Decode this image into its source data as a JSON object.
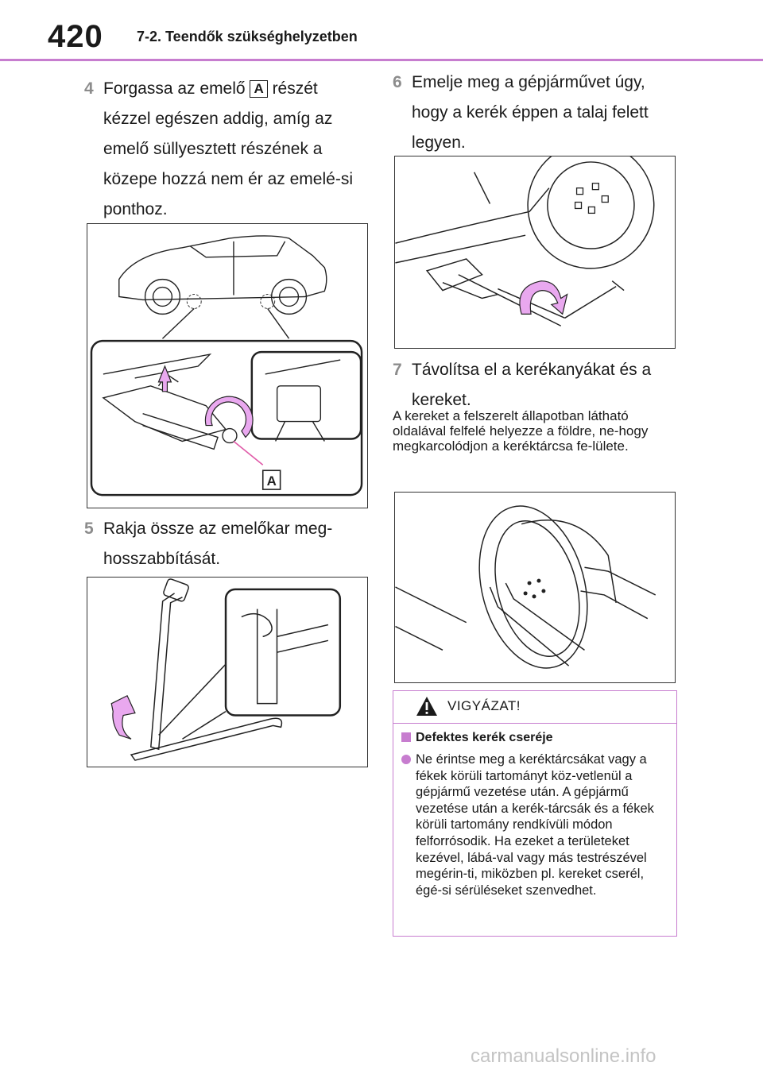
{
  "header": {
    "page_number": "420",
    "section_title": "7-2. Teendők szükséghelyzetben",
    "accent_color": "#c77dcf"
  },
  "steps": [
    {
      "num": "4",
      "text_before": "Forgassa az emelő",
      "label": "A",
      "text_after": "részét",
      "text_rest": "kézzel egészen addig, amíg az emelő süllyesztett részének a közepe hozzá nem ér az emelé-si ponthoz."
    },
    {
      "num": "5",
      "text": "Rakja össze az emelőkar meg-hosszabbítását."
    },
    {
      "num": "6",
      "text": "Emelje meg a gépjárművet úgy, hogy a kerék éppen a talaj felett legyen."
    },
    {
      "num": "7",
      "text": "Távolítsa el a kerékanyákat és a kereket."
    }
  ],
  "figures": {
    "jack_callout_label": "A"
  },
  "note": "A kereket a felszerelt állapotban látható oldalával felfelé helyezze a földre, ne-hogy megkarcolódjon a keréktárcsa fe-lülete.",
  "warning": {
    "title": "VIGYÁZAT!",
    "subtitle": "Defektes kerék cseréje",
    "text": "Ne érintse meg a keréktárcsákat vagy a fékek körüli tartományt köz-vetlenül a gépjármű vezetése után. A gépjármű vezetése után a kerék-tárcsák és a fékek körüli tartomány rendkívüli módon felforrósodik. Ha ezeket a területeket kezével, lábá-val vagy más testrészével megérin-ti, miközben pl. kereket cserél, égé-si sérüléseket szenvedhet."
  },
  "watermark": "carmanualsonline.info"
}
